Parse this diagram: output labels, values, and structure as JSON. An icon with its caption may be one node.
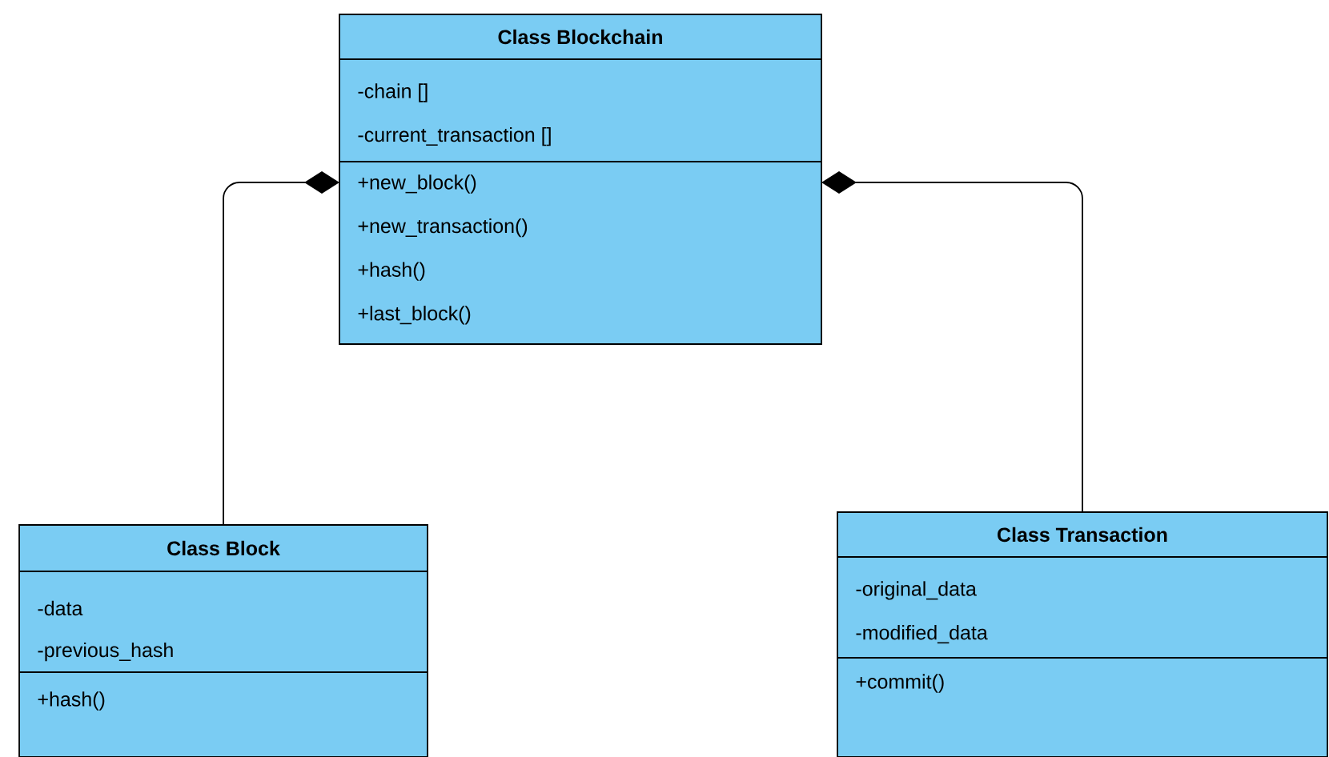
{
  "diagram": {
    "nodes": [
      {
        "text": [
          "Class Blockchain",
          "-chain []",
          "-current_transaction []",
          "+new_block()",
          "+new_transaction()",
          "+hash()",
          "+last_block()"
        ]
      },
      {
        "text": [
          "Class Block",
          "-data",
          "-previous_hash",
          "+hash()"
        ]
      },
      {
        "text": [
          "Class Transaction",
          "-original_data",
          "-modified_data",
          "+commit()"
        ]
      }
    ],
    "edges": [
      {
        "from": 1,
        "to": 0,
        "arrow": "other"
      },
      {
        "from": 2,
        "to": 0,
        "arrow": "other"
      }
    ]
  }
}
